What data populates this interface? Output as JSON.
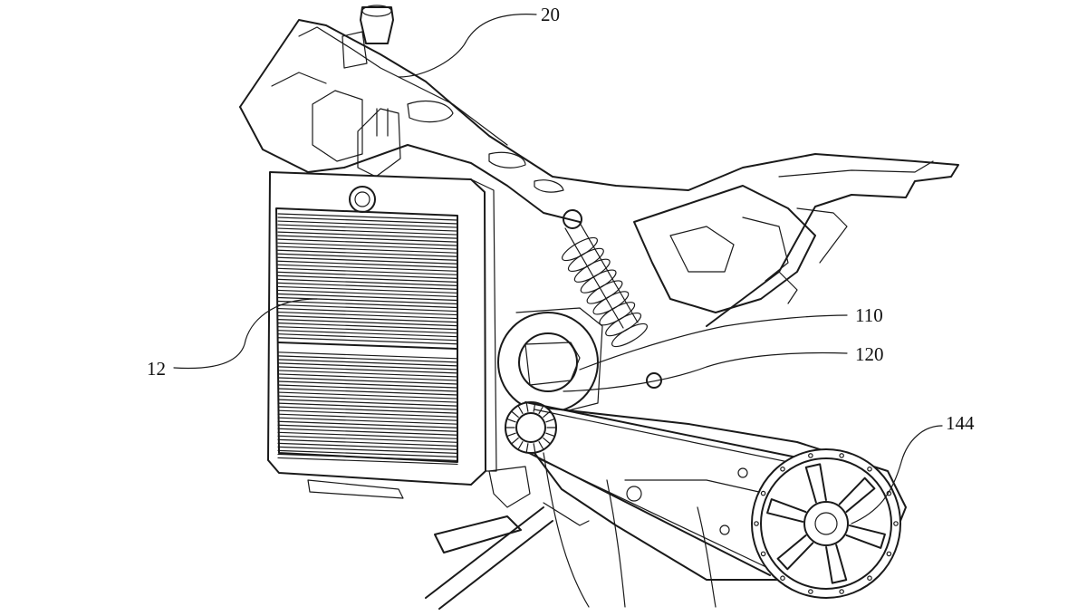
{
  "figure": {
    "reference_numerals": {
      "frame": "20",
      "radiator": "12",
      "motor": "110",
      "drive_sprocket": "120",
      "rear_wheel_pulley": "144"
    },
    "colors": {
      "line": "#1a1a1a",
      "background": "#ffffff"
    }
  }
}
